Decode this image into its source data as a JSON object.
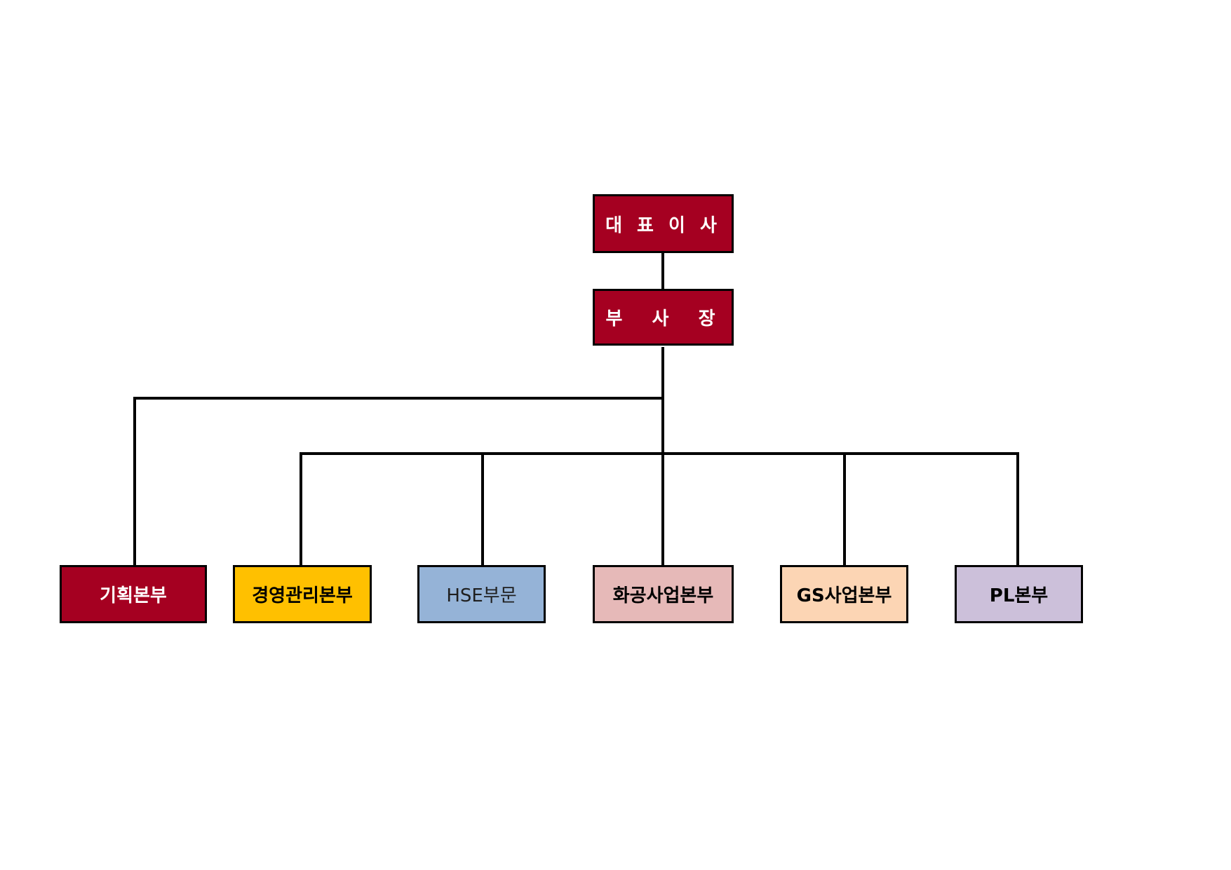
{
  "org": {
    "ceo": {
      "label": "대 표 이 사",
      "color": "#A50021",
      "text_color": "#FFFFFF"
    },
    "vp": {
      "label": "부  사  장",
      "color": "#A50021",
      "text_color": "#FFFFFF"
    },
    "divisions": [
      {
        "label": "기획본부",
        "color": "#A50021",
        "text_color": "#FFFFFF"
      },
      {
        "label": "경영관리본부",
        "color": "#FFC000",
        "text_color": "#000000"
      },
      {
        "label": "HSE부문",
        "color": "#95B3D7",
        "text_color": "#1F1F1F"
      },
      {
        "label": "화공사업본부",
        "color": "#E6B9B8",
        "text_color": "#000000"
      },
      {
        "label": "GS사업본부",
        "color": "#FCD5B4",
        "text_color": "#000000"
      },
      {
        "label": "PL본부",
        "color": "#CCC0DA",
        "text_color": "#000000"
      }
    ]
  }
}
